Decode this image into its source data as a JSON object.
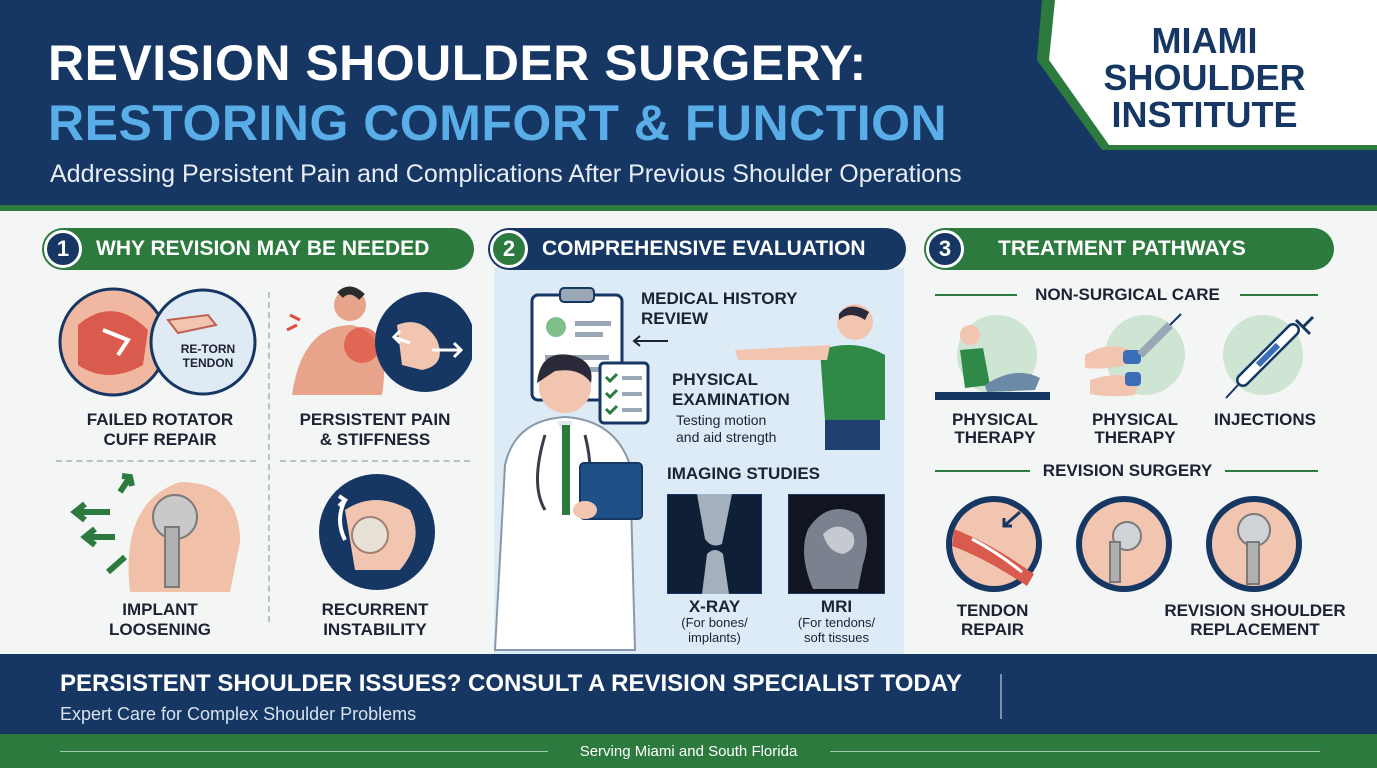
{
  "header": {
    "title_line1": "REVISION SHOULDER SURGERY:",
    "title_line2": "RESTORING COMFORT & FUNCTION",
    "subtitle": "Addressing Persistent Pain and Complications After Previous Shoulder Operations"
  },
  "logo": {
    "line1": "MIAMI",
    "line2": "SHOULDER",
    "line3": "INSTITUTE"
  },
  "section1": {
    "number": "1",
    "title": "WHY REVISION MAY BE NEEDED",
    "retorn_label": "RE-TORN TENDON",
    "items": [
      {
        "line1": "FAILED ROTATOR",
        "line2": "CUFF REPAIR",
        "icon": "torn-rotator-cuff-icon"
      },
      {
        "line1": "PERSISTENT PAIN",
        "line2": "& STIFFNESS",
        "icon": "shoulder-pain-icon"
      },
      {
        "line1": "IMPLANT",
        "line2": "LOOSENING",
        "icon": "loose-implant-icon"
      },
      {
        "line1": "RECURRENT",
        "line2": "INSTABILITY",
        "icon": "dislocation-icon"
      }
    ]
  },
  "section2": {
    "number": "2",
    "title": "COMPREHENSIVE EVALUATION",
    "history_line1": "MEDICAL HISTORY",
    "history_line2": "REVIEW",
    "exam_line1": "PHYSICAL",
    "exam_line2": "EXAMINATION",
    "exam_note_line1": "Testing motion",
    "exam_note_line2": "and aid strength",
    "imaging_title": "IMAGING STUDIES",
    "xray_label": "X-RAY",
    "xray_note_line1": "(For bones/",
    "xray_note_line2": "implants)",
    "mri_label": "MRI",
    "mri_note_line1": "(For tendons/",
    "mri_note_line2": "soft tissues"
  },
  "section3": {
    "number": "3",
    "title": "TREATMENT PATHWAYS",
    "nonsurgical_title": "NON-SURGICAL CARE",
    "nonsurgical_items": [
      {
        "line1": "PHYSICAL",
        "line2": "THERAPY",
        "icon": "physical-therapy-icon"
      },
      {
        "line1": "PHYSICAL",
        "line2": "THERAPY",
        "icon": "syringe-hands-icon"
      },
      {
        "line1": "INJECTIONS",
        "line2": "",
        "icon": "syringe-icon"
      }
    ],
    "surgical_title": "REVISION SURGERY",
    "surgical_items": [
      {
        "line1": "TENDON",
        "line2": "REPAIR",
        "icon": "tendon-repair-icon"
      },
      {
        "line1": "",
        "line2": "",
        "icon": "shoulder-implant-icon"
      },
      {
        "line1": "REVISION SHOULDER",
        "line2": "REPLACEMENT",
        "icon": "revision-implant-icon"
      }
    ]
  },
  "footer": {
    "cta": "PERSISTENT SHOULDER ISSUES? CONSULT A REVISION SPECIALIST TODAY",
    "cta_sub": "Expert Care for Complex Shoulder Problems",
    "tagline": "Serving Miami and South Florida"
  },
  "colors": {
    "navy": "#163764",
    "green": "#2d7a3e",
    "light_blue": "#5aaee8",
    "panel_blue": "#dcebf6"
  }
}
